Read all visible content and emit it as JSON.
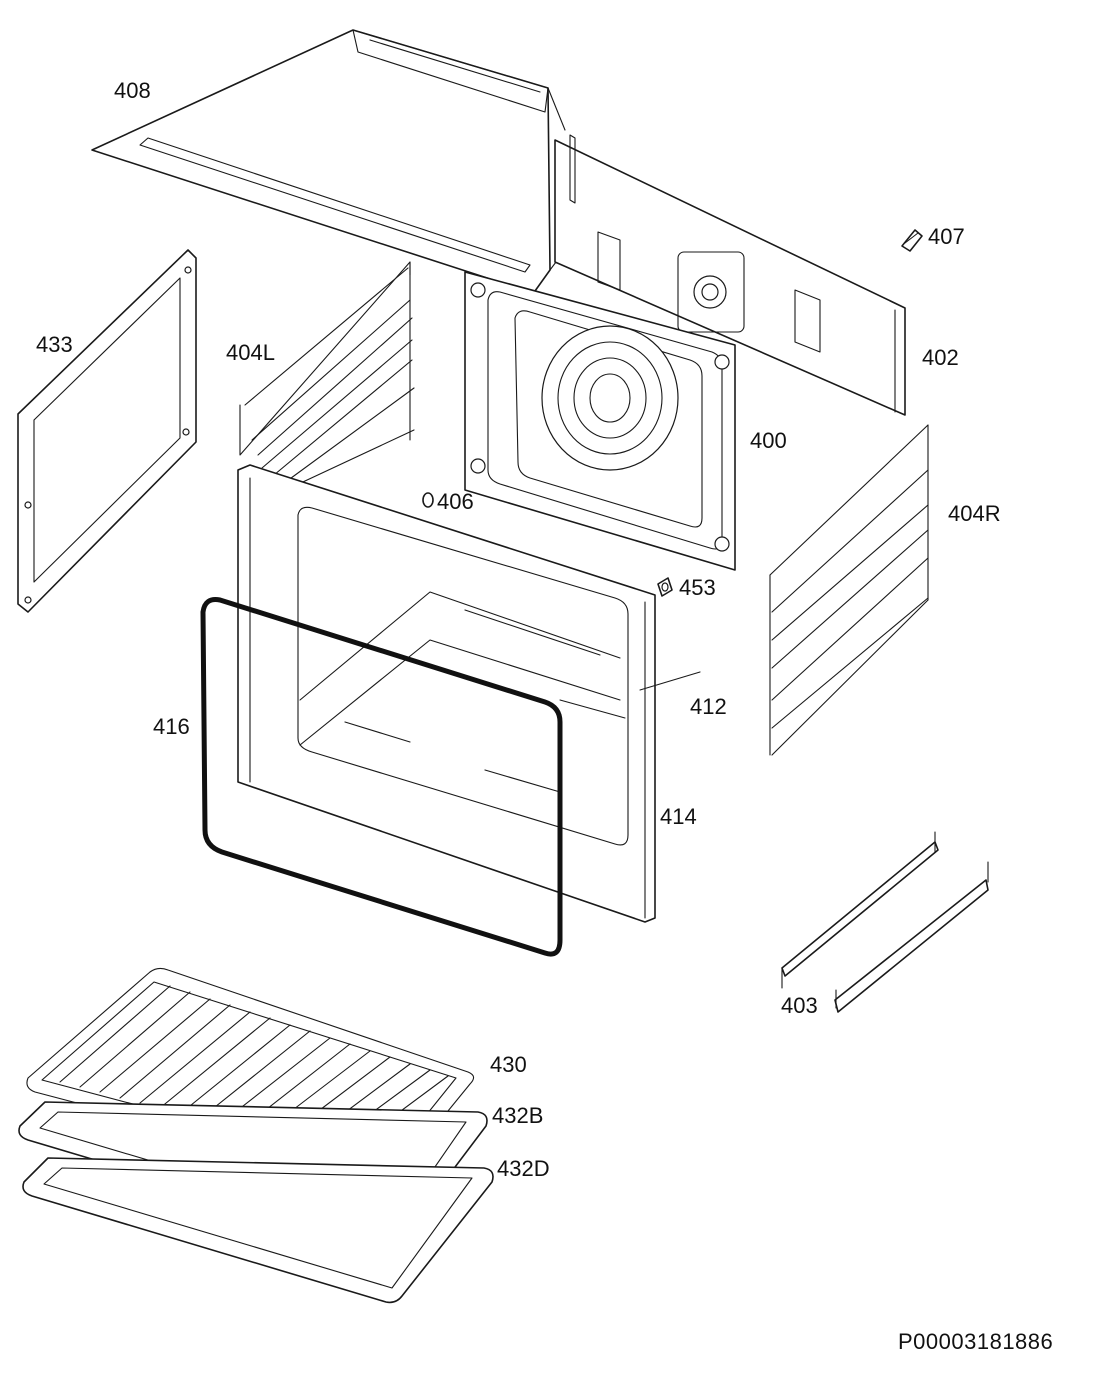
{
  "labels": {
    "p408": "408",
    "p407": "407",
    "p433": "433",
    "p404L": "404L",
    "p402": "402",
    "p400": "400",
    "p406": "406",
    "p404R": "404R",
    "p453": "453",
    "p416": "416",
    "p412": "412",
    "p414": "414",
    "p403": "403",
    "p430": "430",
    "p432B": "432B",
    "p432D": "432D"
  },
  "document_id": "P00003181886"
}
